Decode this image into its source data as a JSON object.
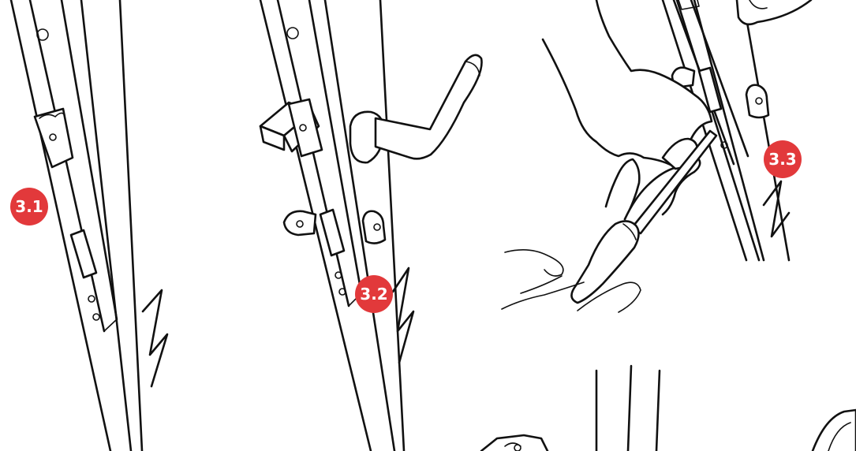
{
  "steps": [
    {
      "id": "step-1",
      "label": "3.1"
    },
    {
      "id": "step-2",
      "label": "3.2"
    },
    {
      "id": "step-3",
      "label": "3.3"
    }
  ],
  "colors": {
    "badge": "#e2393b",
    "line": "#111111",
    "background": "#ffffff"
  }
}
